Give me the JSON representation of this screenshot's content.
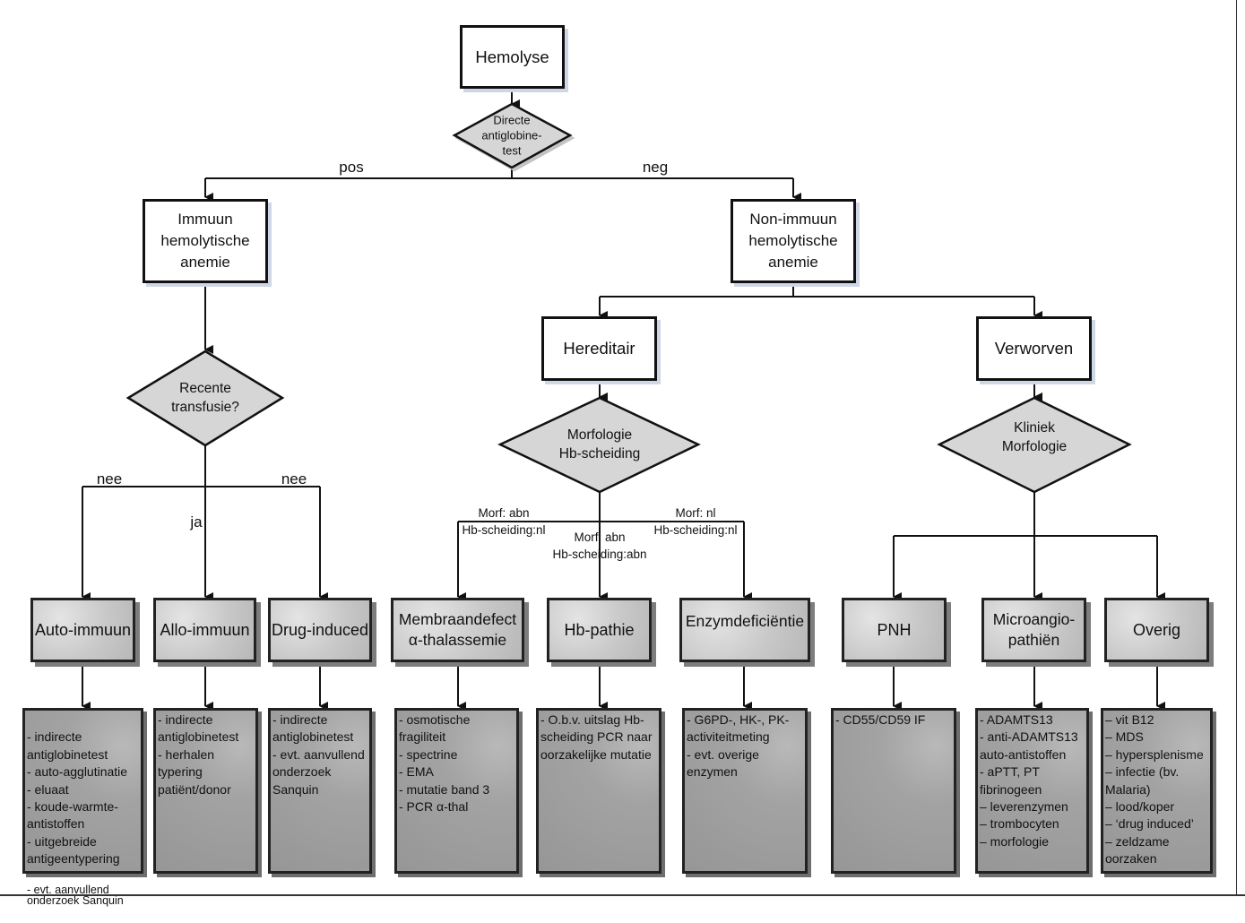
{
  "nodes": {
    "hemolyse": "Hemolyse",
    "directe_test": "Directe\nantiglobine-\ntest",
    "immuun": "Immuun\nhemolytische\nanemie",
    "non_immuun": "Non-immuun\nhemolytische\nanemie",
    "recente_transfusie": "Recente\ntransfusie?",
    "hereditair": "Hereditair",
    "verworven": "Verworven",
    "morfologie": "Morfologie\nHb-scheiding",
    "kliniek": "Kliniek\nMorfologie",
    "auto_immuun": "Auto-immuun",
    "allo_immuun": "Allo-immuun",
    "drug_induced": "Drug-induced",
    "membraandefect": "Membraandefect\nα-thalassemie",
    "hb_pathie": "Hb-pathie",
    "enzymdeficientie": "Enzymdeficiëntie",
    "pnh": "PNH",
    "microangio": "Microangio-\npathiën",
    "overig": "Overig"
  },
  "edge_labels": {
    "pos": "pos",
    "neg": "neg",
    "nee_left": "nee",
    "ja": "ja",
    "nee_right": "nee",
    "morf_abn_nl": "Morf: abn\nHb-scheiding:nl",
    "morf_abn_abn": "Morf: abn\nHb-scheiding:abn",
    "morf_nl_nl": "Morf: nl\nHb-scheiding:nl"
  },
  "details": {
    "auto_immuun": "- indirecte\nantiglobinetest\n- auto-agglutinatie\n- eluaat\n- koude-warmte-\nantistoffen\n- uitgebreide\nantigeentypering",
    "auto_immuun_extra": "- evt. aanvullend\nonderzoek Sanquin",
    "allo_immuun": "- indirecte\nantiglobinetest\n- herhalen\ntypering\npatiënt/donor",
    "drug_induced": "- indirecte\nantiglobinetest\n- evt. aanvullend\nonderzoek\nSanquin",
    "membraandefect": "- osmotische\nfragiliteit\n- spectrine\n- EMA\n- mutatie band 3\n- PCR α-thal",
    "hb_pathie": "- O.b.v. uitslag Hb-\nscheiding PCR naar\noorzakelijke mutatie",
    "enzymdeficientie": "- G6PD-, HK-, PK-\nactiviteitmeting\n- evt. overige\nenzymen",
    "pnh": "- CD55/CD59 IF",
    "microangio": "- ADAMTS13\n- anti-ADAMTS13\nauto-antistoffen\n- aPTT, PT\nfibrinogeen\n– leverenzymen\n– trombocyten\n– morfologie",
    "overig": "– vit B12\n– MDS\n– hypersplenisme\n– infectie (bv.\nMalaria)\n– lood/koper\n– ‘drug induced’\n– zeldzame\noorzaken"
  }
}
